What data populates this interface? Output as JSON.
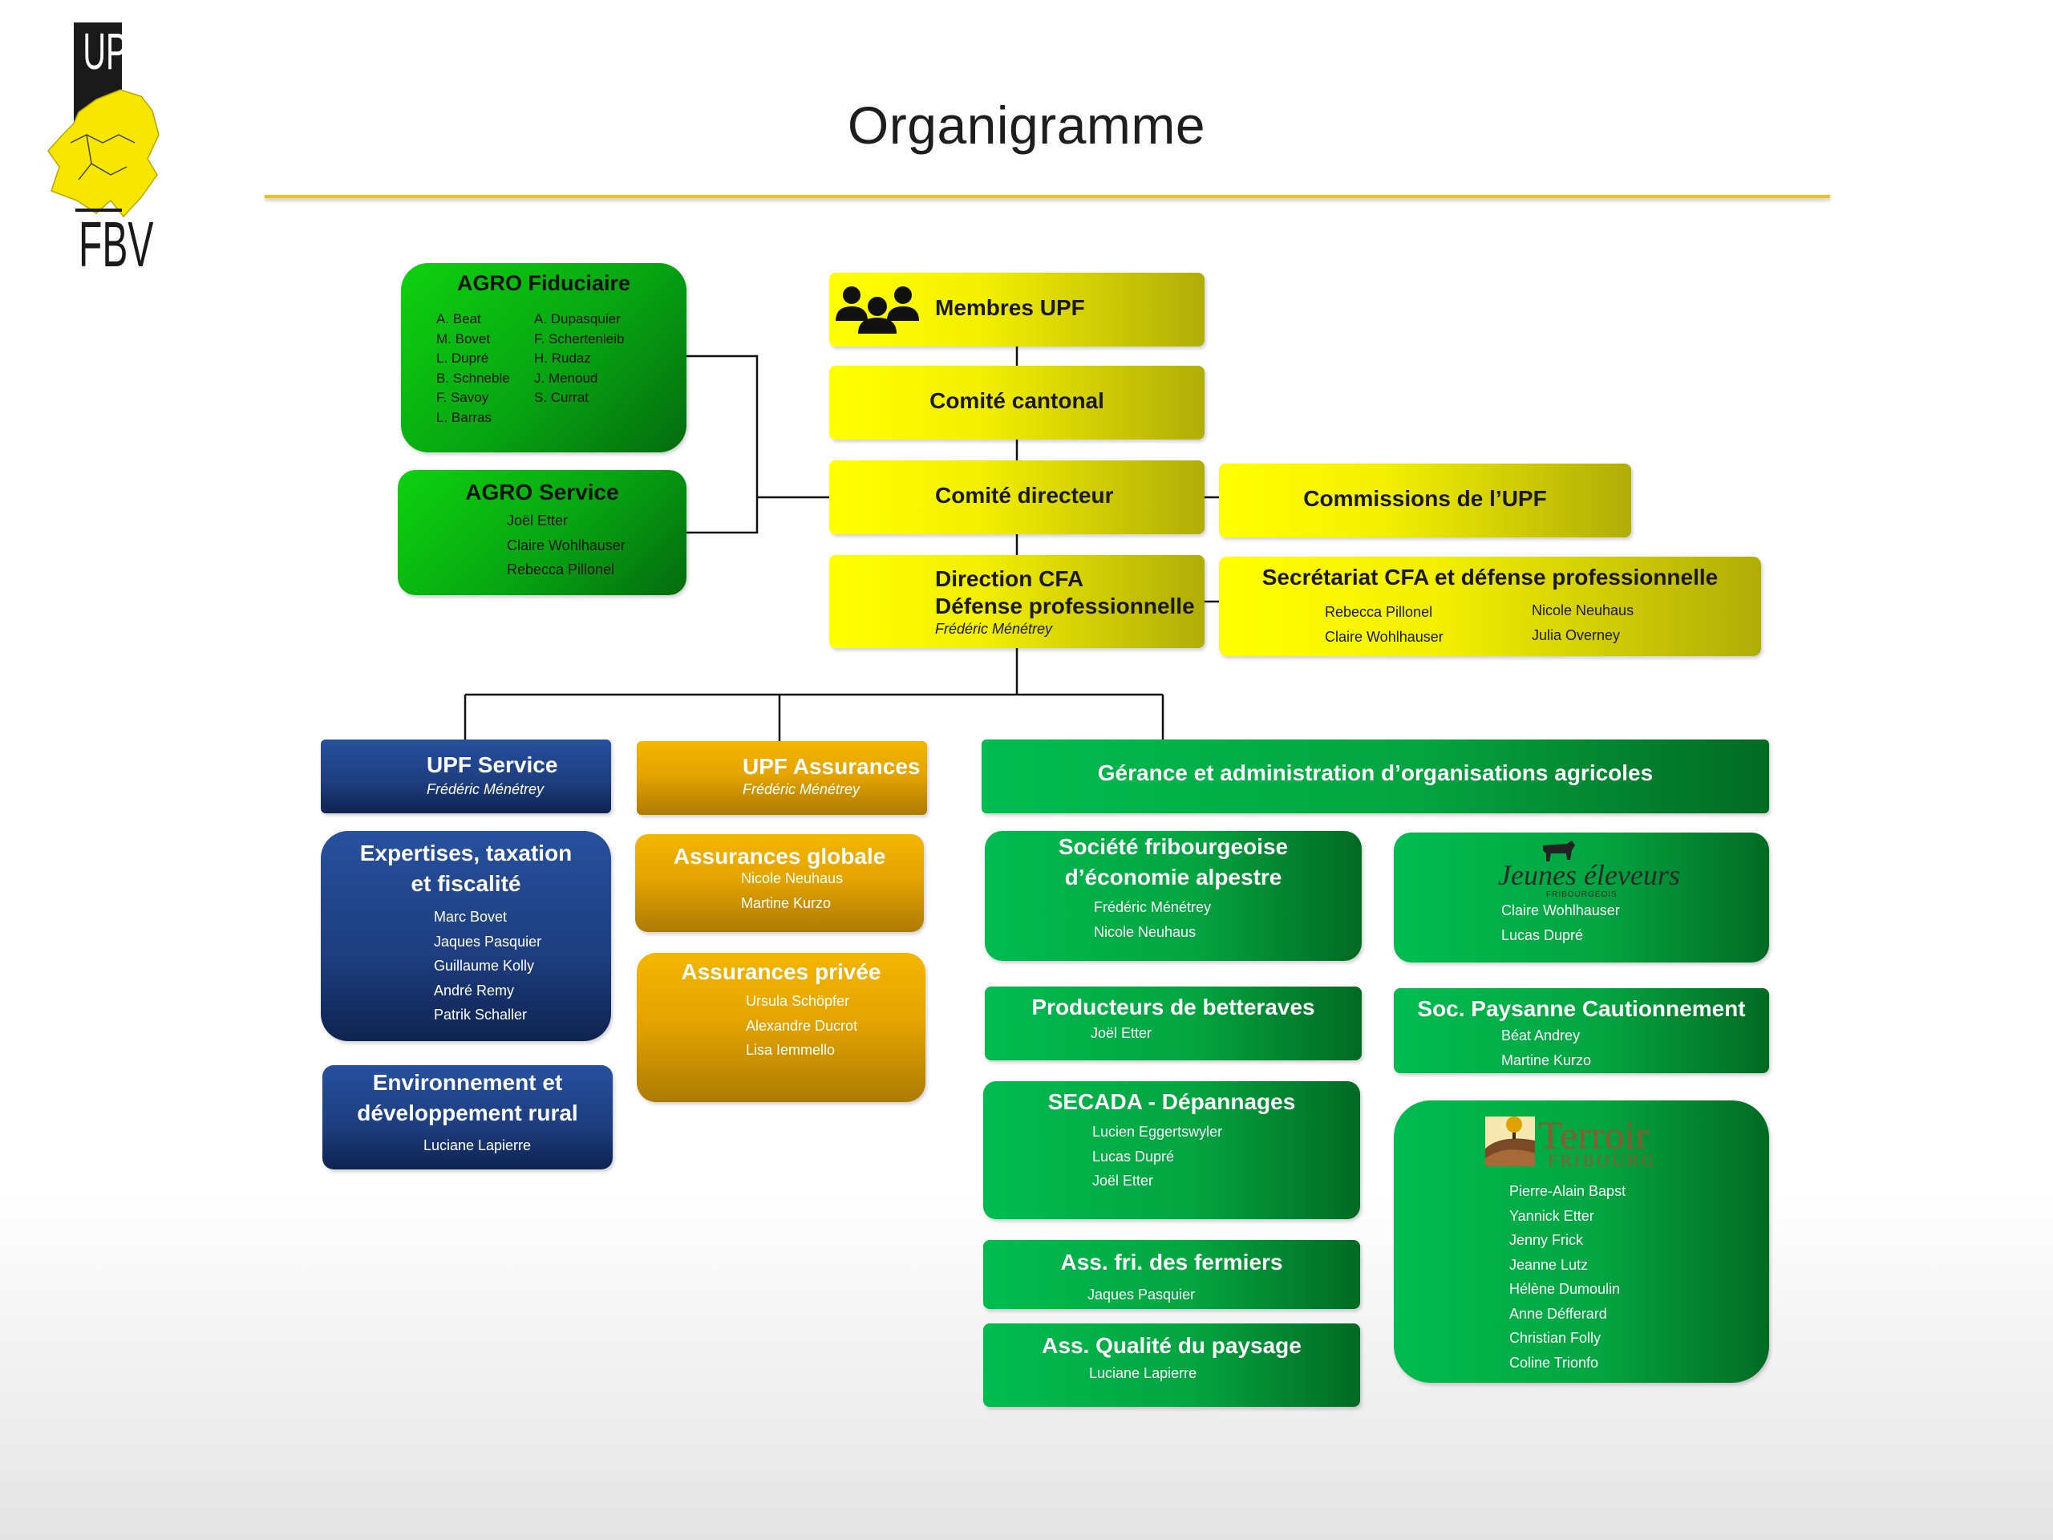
{
  "title": "Organigramme",
  "logo": {
    "top_text": "UPF",
    "bottom_text": "FBV"
  },
  "agro_fiduciaire": {
    "title": "AGRO Fiduciaire",
    "col1": [
      "A. Beat",
      "M. Bovet",
      "L. Dupré",
      "B. Schneble",
      "F. Savoy",
      "L. Barras"
    ],
    "col2": [
      "A. Dupasquier",
      "F. Schertenleib",
      "H. Rudaz",
      "J. Menoud",
      "S. Currat"
    ]
  },
  "agro_service": {
    "title": "AGRO Service",
    "people": [
      "Joël Etter",
      "Claire Wohlhauser",
      "Rebecca Pillonel"
    ]
  },
  "membres_upf": {
    "title": "Membres UPF",
    "icon": "people-group-icon"
  },
  "comite_cantonal": {
    "title": "Comité cantonal"
  },
  "comite_directeur": {
    "title": "Comité directeur"
  },
  "commissions": {
    "title": "Commissions de l’UPF"
  },
  "direction": {
    "line1": "Direction CFA",
    "line2": "Défense professionnelle",
    "person": "Frédéric Ménétrey"
  },
  "secretariat": {
    "title": "Secrétariat CFA et défense professionnelle",
    "col1": [
      "Rebecca Pillonel",
      "Claire Wohlhauser"
    ],
    "col2": [
      "Nicole Neuhaus",
      "Julia Overney"
    ]
  },
  "upf_service": {
    "title": "UPF Service",
    "person": "Frédéric Ménétrey"
  },
  "upf_assurances": {
    "title": "UPF Assurances",
    "person": "Frédéric Ménétrey"
  },
  "gerance": {
    "title": "Gérance et administration d’organisations agricoles"
  },
  "expertises": {
    "line1": "Expertises, taxation",
    "line2": "et fiscalité",
    "people": [
      "Marc Bovet",
      "Jaques Pasquier",
      "Guillaume Kolly",
      "André Remy",
      "Patrik Schaller"
    ]
  },
  "environnement": {
    "line1": "Environnement et",
    "line2": "développement rural",
    "people": [
      "Luciane Lapierre"
    ]
  },
  "assurances_globale": {
    "title": "Assurances globale",
    "people": [
      "Nicole Neuhaus",
      "Martine Kurzo"
    ]
  },
  "assurances_privee": {
    "title": "Assurances privée",
    "people": [
      "Ursula Schöpfer",
      "Alexandre Ducrot",
      "Lisa Iemmello"
    ]
  },
  "societe_alpestre": {
    "line1": "Société fribourgeoise",
    "line2": "d’économie alpestre",
    "people": [
      "Frédéric Ménétrey",
      "Nicole Neuhaus"
    ]
  },
  "jeunes_eleveurs": {
    "logo_text": "Jeunes éleveurs",
    "logo_sub": "FRIBOURGEOIS",
    "people": [
      "Claire Wohlhauser",
      "Lucas Dupré"
    ]
  },
  "producteurs": {
    "title": "Producteurs de betteraves",
    "people": [
      "Joël Etter"
    ]
  },
  "soc_paysanne": {
    "title": "Soc. Paysanne Cautionnement",
    "people": [
      "Béat Andrey",
      "Martine Kurzo"
    ]
  },
  "secada": {
    "title": "SECADA - Dépannages",
    "people": [
      "Lucien Eggertswyler",
      "Lucas Dupré",
      "Joël Etter"
    ]
  },
  "terroir": {
    "logo_text": "Terroir",
    "logo_sub": "FRIBOURG",
    "people": [
      "Pierre-Alain Bapst",
      "Yannick Etter",
      "Jenny Frick",
      "Jeanne Lutz",
      "Hélène Dumoulin",
      "Anne Défferard",
      "Christian Folly",
      "Coline Trionfo"
    ]
  },
  "fermiers": {
    "title": "Ass. fri. des fermiers",
    "people": [
      "Jaques Pasquier"
    ]
  },
  "paysage": {
    "title": "Ass. Qualité du paysage",
    "people": [
      "Luciane Lapierre"
    ]
  }
}
